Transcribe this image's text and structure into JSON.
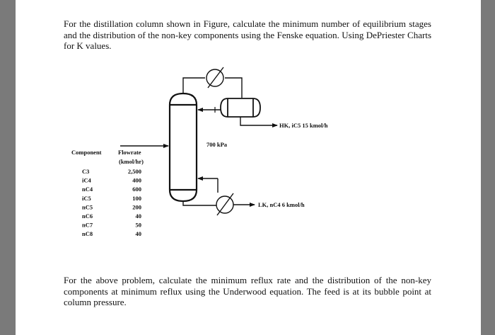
{
  "problem_1": "For the distillation column shown in Figure, calculate the minimum number of equilibrium stages and the distribution of the non-key components using the Fenske equation. Using DePriester Charts for K values.",
  "problem_2": "For the above problem, calculate the minimum reflux rate and the distribution of the non-key components at minimum reflux using the Underwood equation. The feed is at its bubble point at column pressure.",
  "figure": {
    "pressure_label": "700 kPa",
    "distillate_label": "HK, iC5  15 kmol/h",
    "bottoms_label": "LK, nC4  6 kmol/h"
  },
  "feed_table": {
    "header_component": "Component",
    "header_flowrate": "Flowrate",
    "header_units": "(kmol/hr)",
    "rows": [
      {
        "component": "C3",
        "flow": "2,500"
      },
      {
        "component": "iC4",
        "flow": "400"
      },
      {
        "component": "nC4",
        "flow": "600"
      },
      {
        "component": "iC5",
        "flow": "100"
      },
      {
        "component": "nC5",
        "flow": "200"
      },
      {
        "component": "nC6",
        "flow": "40"
      },
      {
        "component": "nC7",
        "flow": "50"
      },
      {
        "component": "nC8",
        "flow": "40"
      }
    ]
  }
}
